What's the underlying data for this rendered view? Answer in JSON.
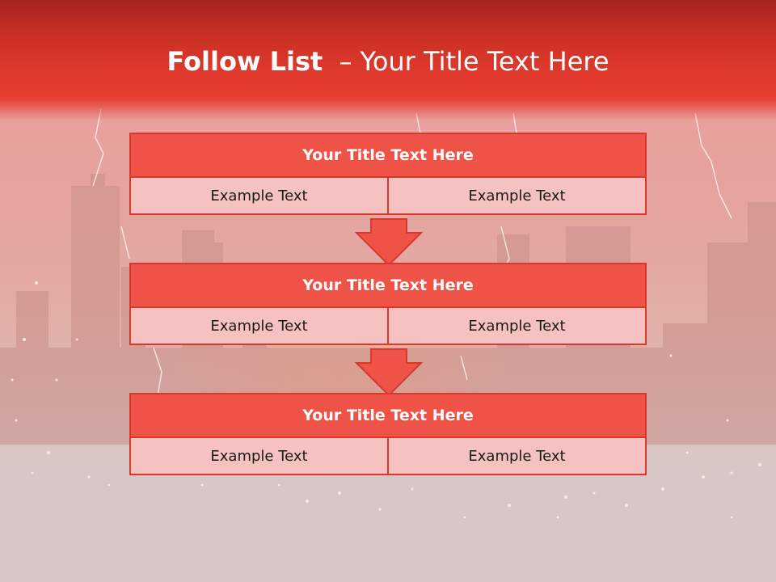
{
  "slide": {
    "title_bold": "Follow List",
    "title_sep": "–",
    "title_rest": "Your Title Text Here"
  },
  "colors": {
    "header_red": "#e53e33",
    "title_box": "#ef5348",
    "cell_fill": "#f6c2c1",
    "border": "#d9382c"
  },
  "steps": [
    {
      "title": "Your Title Text Here",
      "left": "Example Text",
      "right": "Example Text"
    },
    {
      "title": "Your Title Text Here",
      "left": "Example Text",
      "right": "Example Text"
    },
    {
      "title": "Your Title Text Here",
      "left": "Example Text",
      "right": "Example Text"
    }
  ],
  "connectors": [
    "down-arrow-icon",
    "down-arrow-icon"
  ]
}
